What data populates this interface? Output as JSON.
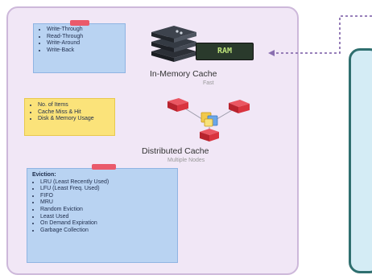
{
  "write_strategies": {
    "items": [
      "Write-Through",
      "Read-Through",
      "Write-Around",
      "Write-Back"
    ]
  },
  "metrics": {
    "items": [
      "No. of Items",
      "Cache Miss & Hit",
      "Disk & Memory Usage"
    ]
  },
  "eviction": {
    "heading": "Eviction:",
    "items": [
      "LRU (Least Recently Used)",
      "LFU (Least Freq. Used)",
      "FIFO",
      "MRU",
      "Random Eviction",
      "Least Used",
      "On Demand Expiration",
      "Garbage Collection"
    ]
  },
  "in_memory": {
    "ram_label": "RAM",
    "title": "In-Memory Cache",
    "subtitle": "Fast"
  },
  "distributed": {
    "title": "Distributed Cache",
    "subtitle": "Multiple Nodes"
  },
  "colors": {
    "panel_bg": "#f1e7f6",
    "panel_border": "#cdb8da",
    "note_blue": "#b9d3f2",
    "note_yellow": "#fbe37a",
    "tab_red": "#ea5a6b",
    "node_red": "#d9343f",
    "right_panel_bg": "#d4ecf5",
    "right_panel_border": "#2f6f6f",
    "connector": "#8a6fb0"
  },
  "icons": {
    "server": "server-stack-icon",
    "ram": "ram-chip-icon",
    "distributed": "distributed-nodes-icon"
  }
}
